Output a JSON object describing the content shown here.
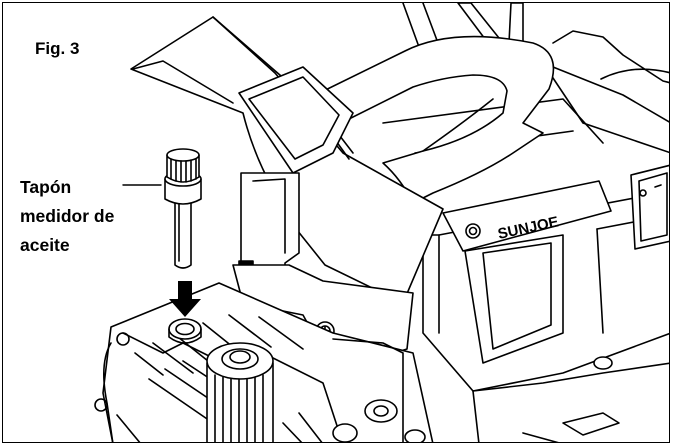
{
  "figure": {
    "label": "Fig. 3",
    "callout_lines": [
      "Tapón",
      "medidor de",
      "aceite"
    ],
    "brand_text": "SUNJOE"
  },
  "icons": {
    "arrow": "down-arrow-icon",
    "dipstick": "oil-dipstick-cap-icon",
    "power_switch": "power-switch-icon"
  }
}
